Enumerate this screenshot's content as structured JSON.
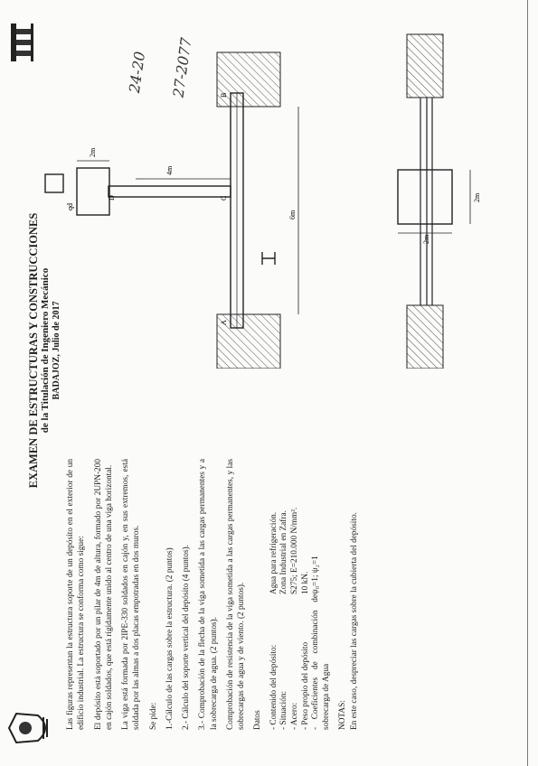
{
  "header": {
    "title": "EXAMEN DE ESTRUCTURAS Y CONSTRUCCIONES",
    "subtitle": "de la Titulación de Ingeniero Mecánico",
    "place_date": "BADAJOZ, Julio de 2017"
  },
  "intro": "Las figuras representan la estructura soporte de un depósito en el exterior de un edificio industrial. La estructura se conforma como sigue:",
  "paragraph_pillar": "El depósito está soportado por un pilar de 4m de altura, formado por 2UPN-200 en cajón soldados, que está rígidamente unido al centro de una viga horizontal.",
  "paragraph_beam": "La viga está formada por 2IPE-330 soldados en cajón y, en sus extremos, está soldada por las almas a dos placas empotradas en dos muros.",
  "se_pide": "Se pide:",
  "tasks": [
    "1.-Cálculo de las cargas sobre la estructura. (2 puntos)",
    "2.- Cálculo del soporte vertical del depósito (4 puntos).",
    "3.- Comprobación de la flecha de la viga sometida a las cargas permanentes y a la sobrecarga de agua. (2 puntos).",
    "Comprobación de resistencia de la viga sometida a las cargas permanentes, y las sobrecargas de agua y de viento. (2 puntos)."
  ],
  "datos_title": "Datos",
  "datos": [
    {
      "label": "- Contenido del depósito:",
      "value": "Agua para refrigeración."
    },
    {
      "label": "- Situación:",
      "value": "Zona Industrial en Zafra."
    },
    {
      "label": "- Acero:",
      "value": "S275; E=210.000 N/mm²."
    },
    {
      "label": "- Peso propio del depósito",
      "value": "10 kN."
    },
    {
      "label": "- Coeficientes de combinación de sobrecarga de Agua",
      "value": "ψ₀=1; ψ₂=1"
    }
  ],
  "notas_title": "NOTAS:",
  "notas": "En este caso, despreciar las cargas sobre la cubierta del depósito.",
  "handwriting": [
    "24-20",
    "27-2077"
  ],
  "diagram_labels": {
    "A": "A",
    "B": "B",
    "C": "C",
    "D": "D",
    "dim_2m_top": "2m",
    "dim_4m": "4m",
    "dim_6m": "6m",
    "dim_2m_plan_a": "2m",
    "dim_2m_plan_b": "2m",
    "symbol_qd": "qd"
  },
  "colors": {
    "ink": "#1c1c1c",
    "paper": "#fbfbf9",
    "hatch": "#555555"
  }
}
